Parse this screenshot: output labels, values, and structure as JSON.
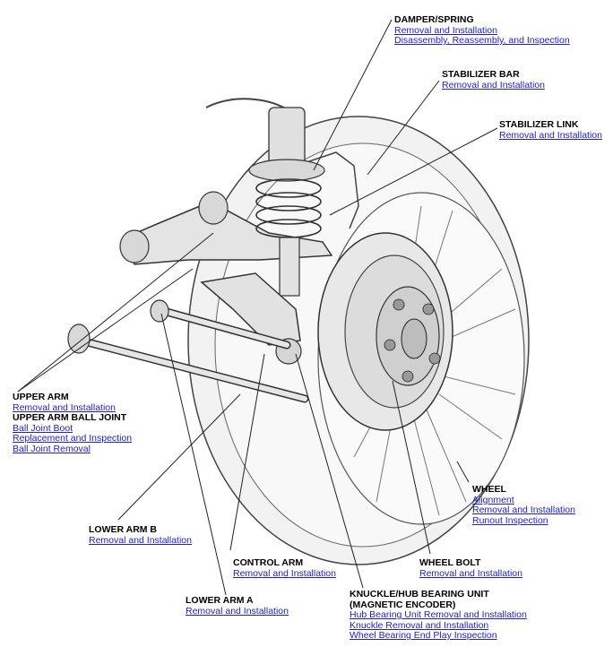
{
  "callouts": {
    "damper_spring": {
      "title": "DAMPER/SPRING",
      "links": [
        "Removal and Installation",
        "Disassembly, Reassembly, and Inspection"
      ]
    },
    "stabilizer_bar": {
      "title": "STABILIZER BAR",
      "links": [
        "Removal and Installation"
      ]
    },
    "stabilizer_link": {
      "title": "STABILIZER LINK",
      "links": [
        "Removal and Installation"
      ]
    },
    "upper_arm": {
      "title": "UPPER ARM",
      "links": [
        "Removal and Installation"
      ]
    },
    "upper_arm_ball_joint": {
      "title": "UPPER ARM BALL JOINT",
      "links": [
        "Ball Joint Boot",
        "Replacement and Inspection",
        "Ball Joint Removal"
      ]
    },
    "wheel": {
      "title": "WHEEL",
      "links": [
        "Alignment",
        "Removal and Installation",
        "Runout Inspection"
      ]
    },
    "lower_arm_b": {
      "title": "LOWER ARM B",
      "links": [
        "Removal and Installation"
      ]
    },
    "control_arm": {
      "title": "CONTROL ARM",
      "links": [
        "Removal and Installation"
      ]
    },
    "wheel_bolt": {
      "title": "WHEEL BOLT",
      "links": [
        "Removal and Installation"
      ]
    },
    "lower_arm_a": {
      "title": "LOWER ARM A",
      "links": [
        "Removal and Installation"
      ]
    },
    "knuckle": {
      "title": "KNUCKLE/HUB BEARING UNIT",
      "title2": "(MAGNETIC ENCODER)",
      "links": [
        "Hub Bearing Unit Removal and Installation",
        "Knuckle Removal and Installation",
        "Wheel Bearing End Play Inspection"
      ]
    }
  },
  "colors": {
    "link": "#2020c8",
    "title": "#000000",
    "line_art": "#333333",
    "tire_fill": "#f3f3f3"
  }
}
